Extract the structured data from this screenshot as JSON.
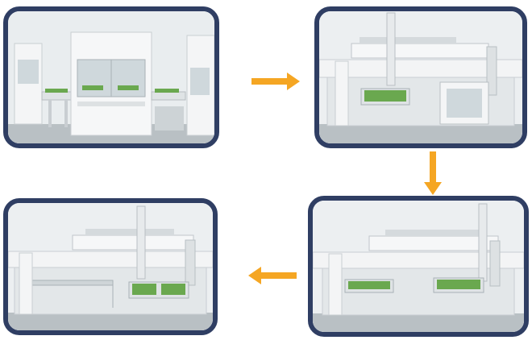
{
  "colors": {
    "frame_border": "#2f3e63",
    "arrow_fill": "#f5a623",
    "machine_body": "#f2f3f4",
    "machine_shadow": "#c9ced2",
    "pcb_green": "#6aa84f",
    "window_glass": "#cfd8dc",
    "floor_gray": "#9aa3a8"
  },
  "panels": [
    {
      "id": "step-1",
      "content": "production-line-overview"
    },
    {
      "id": "step-2",
      "content": "gantry-over-pcb-tray"
    },
    {
      "id": "step-3",
      "content": "gantry-lifting-pcb"
    },
    {
      "id": "step-4",
      "content": "pcb-transferred-to-conveyor"
    }
  ],
  "arrows": [
    {
      "from": "step-1",
      "to": "step-2",
      "direction": "right"
    },
    {
      "from": "step-2",
      "to": "step-3",
      "direction": "down"
    },
    {
      "from": "step-3",
      "to": "step-4",
      "direction": "left"
    }
  ]
}
